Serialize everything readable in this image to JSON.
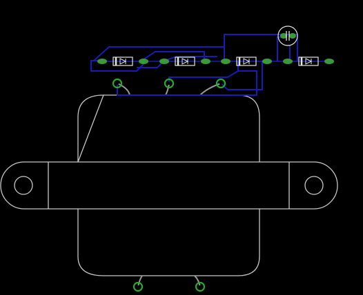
{
  "app": {
    "view": "pcb-board-editor"
  },
  "colors": {
    "background": "#000000",
    "outline": "#c8c8c8",
    "trace_bottom": "#1a1ab4",
    "trace_silk": "#9a9a9a",
    "pad": "#3a9a3a",
    "pad_dark": "#2a7a2a",
    "part_outline": "#e6e6e6",
    "hole_ring": "#2aaa2a"
  },
  "components": {
    "transformer": {
      "icon": "transformer-footprint",
      "terminals": 5
    },
    "diodes": [
      {
        "id": "diode-1",
        "icon": "diode-symbol"
      },
      {
        "id": "diode-2",
        "icon": "diode-symbol"
      },
      {
        "id": "diode-3",
        "icon": "diode-symbol"
      },
      {
        "id": "diode-4",
        "icon": "diode-symbol"
      }
    ],
    "capacitor": {
      "icon": "capacitor-symbol"
    }
  }
}
